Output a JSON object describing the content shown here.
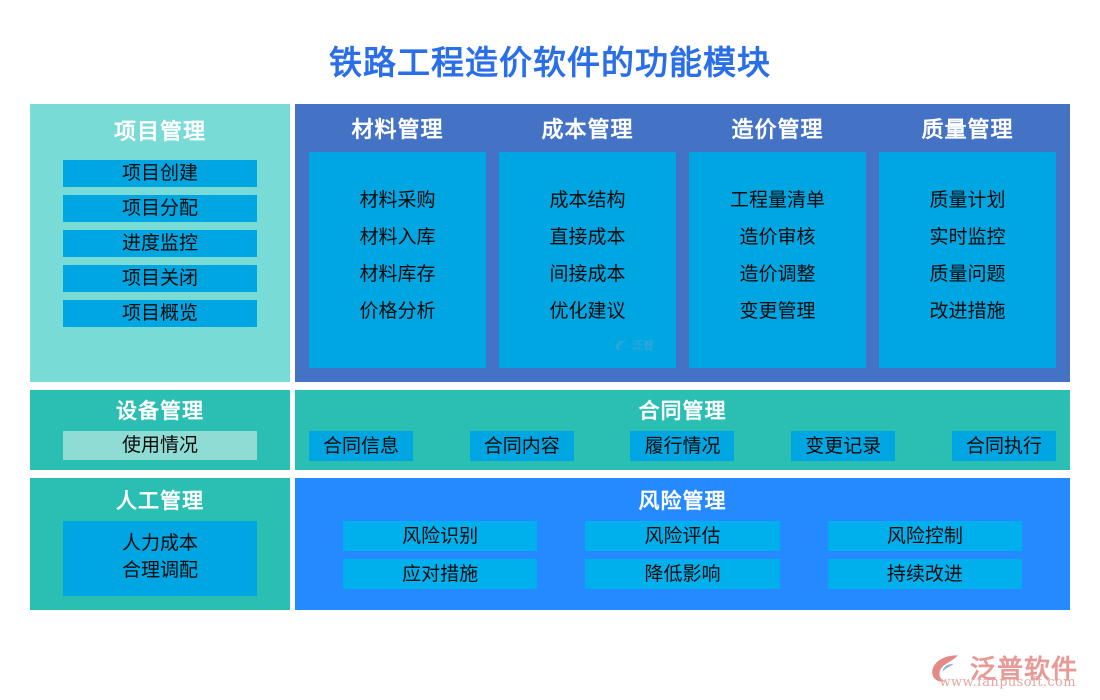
{
  "title": "铁路工程造价软件的功能模块",
  "colors": {
    "title_blue": "#2b6fe8",
    "light_teal": "#78dbd5",
    "teal": "#2bbfb3",
    "panel_blue": "#4472c4",
    "risk_blue": "#2589ff",
    "cyan_item": "#00a6e2",
    "chip_teal": "#8fdcd5",
    "risk_chip": "#00b0ec"
  },
  "project": {
    "heading": "项目管理",
    "items": [
      "项目创建",
      "项目分配",
      "进度监控",
      "项目关闭",
      "项目概览"
    ]
  },
  "modules": [
    {
      "heading": "材料管理",
      "items": [
        "材料采购",
        "材料入库",
        "材料库存",
        "价格分析"
      ]
    },
    {
      "heading": "成本管理",
      "items": [
        "成本结构",
        "直接成本",
        "间接成本",
        "优化建议"
      ]
    },
    {
      "heading": "造价管理",
      "items": [
        "工程量清单",
        "造价审核",
        "造价调整",
        "变更管理"
      ]
    },
    {
      "heading": "质量管理",
      "items": [
        "质量计划",
        "实时监控",
        "质量问题",
        "改进措施"
      ]
    }
  ],
  "equipment": {
    "heading": "设备管理",
    "items": [
      "使用情况"
    ]
  },
  "contract": {
    "heading": "合同管理",
    "items": [
      "合同信息",
      "合同内容",
      "履行情况",
      "变更记录",
      "合同执行"
    ]
  },
  "labor": {
    "heading": "人工管理",
    "items": [
      "人力成本",
      "合理调配"
    ]
  },
  "risk": {
    "heading": "风险管理",
    "items": [
      "风险识别",
      "风险评估",
      "风险控制",
      "应对措施",
      "降低影响",
      "持续改进"
    ]
  },
  "watermark": {
    "text": "泛普"
  },
  "footer": {
    "brand": "泛普软件",
    "url": "www.fanpusoft.com"
  }
}
